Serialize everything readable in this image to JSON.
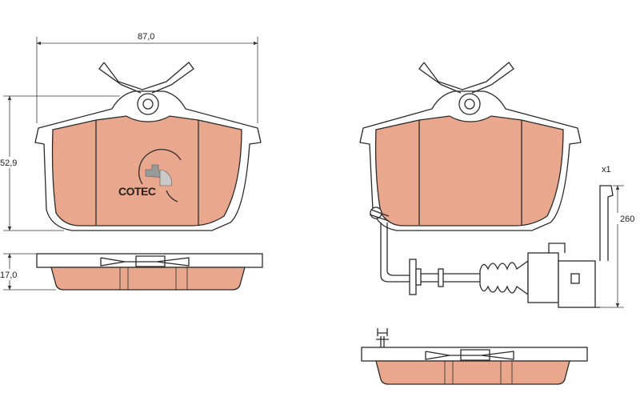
{
  "dimensions": {
    "width": "87,0",
    "height": "52,9",
    "thickness": "17,0",
    "sensor_length": "260",
    "sensor_quantity": "x1"
  },
  "logo": {
    "text": "COTEC"
  },
  "colors": {
    "friction_material": "#e9a88d",
    "outline": "#2a2a2a",
    "background": "#ffffff"
  }
}
